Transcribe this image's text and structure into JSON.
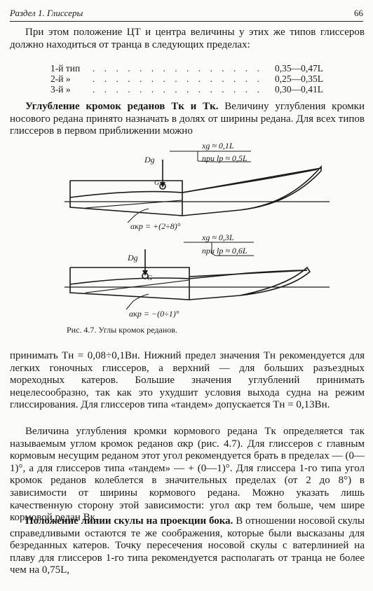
{
  "header": {
    "section": "Раздел 1. Глиссеры",
    "page_number": "66"
  },
  "para1": "При этом положение ЦТ и центра величины у этих же типов глиссеров должно находиться от транца в следующих пределах:",
  "table": [
    {
      "label": "1-й тип",
      "dots": ". . . . . . . . . . . . . . . . . . . . . . . . .",
      "value": "0,35—0,47L"
    },
    {
      "label": "2-й »",
      "dots": ". . . . . . . . . . . . . . . . . . . . . . . . .",
      "value": "0,25—0,35L"
    },
    {
      "label": "3-й »",
      "dots": ". . . . . . . . . . . . . . . . . . . . . . . . .",
      "value": "0,30—0,41L"
    }
  ],
  "para2_title": "Углубление кромок реданов Tк и Tк.",
  "para2_text": " Величину углубления кромки носового редана принято назначать в долях от ширины редана. Для всех типов глиссеров в первом приближении можно",
  "figure": {
    "top": {
      "dg": "Dg",
      "g": "G",
      "xg": "xg ≈ 0,1L",
      "lp": "при lp ≈ 0,5L",
      "alpha": "αкр = +(2÷8)°"
    },
    "bottom": {
      "dg": "Dg",
      "g": "G",
      "xg": "xg ≈ 0,3L",
      "lp": "при lp ≈ 0,6L",
      "alpha": "αкр = −(0÷1)°"
    },
    "caption": "Рис. 4.7. Углы кромок реданов."
  },
  "para3": "принимать Tн = 0,08÷0,1Bн. Нижний предел значения Tн рекомендуется для легких гоночных глиссеров, а верхний — для больших разъездных мореходных катеров. Большие значения углублений принимать нецелесообразно, так как это ухудшит условия выхода судна на режим глиссирования. Для глиссеров типа «тандем» допускается Tн = 0,13Bн.",
  "para4": "Величина углубления кромки кормового редана Tк определяется так называемым углом кромок реданов αкр (рис. 4.7). Для глиссеров с главным кормовым несущим реданом этот угол рекомендуется брать в пределах — (0—1)°, а для глиссеров типа «тандем» — + (0—1)°. Для глиссера 1-го типа угол кромок реданов колеблется в значительных пределах (от 2 до 8°) в зависимости от ширины кормового редана. Можно указать лишь качественную сторону этой зависимости: угол αкр тем больше, чем шире кормовой редан Bк.",
  "para5_title": "Положение линии скулы на проекции бока.",
  "para5_text": " В отношении носовой скулы справедливыми остаются те же соображения, которые были высказаны для безреданных катеров. Точку пересечения носовой скулы с ватерлинией на плаву для глиссеров 1-го типа рекомендуется располагать от транца не более чем на 0,75L,"
}
